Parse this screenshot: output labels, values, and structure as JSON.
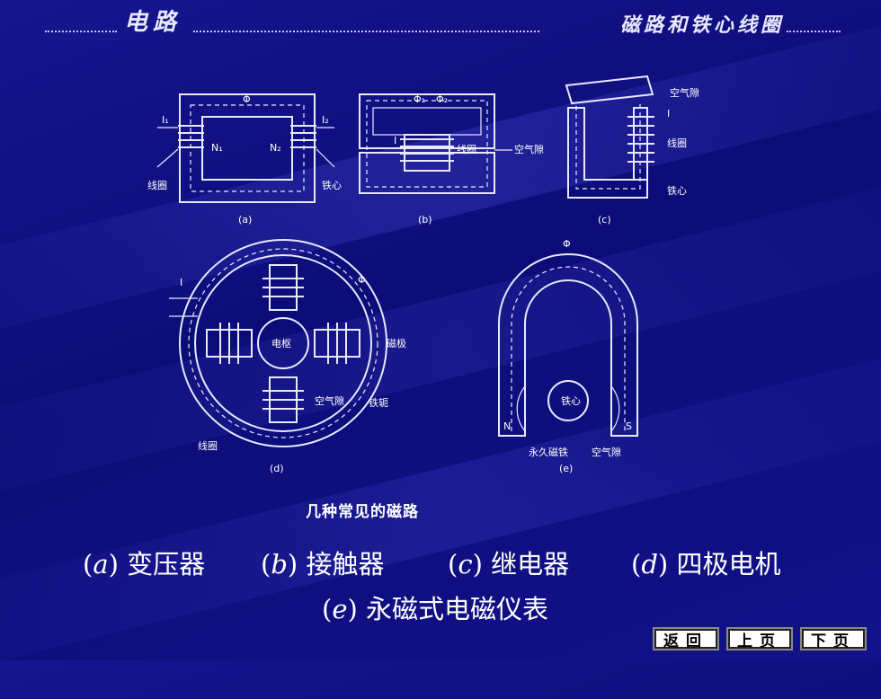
{
  "header": {
    "left_title": "电路",
    "right_title": "磁路和铁心线圈"
  },
  "figure": {
    "sub_a": {
      "label": "(a)",
      "texts": [
        "I₁",
        "I₂",
        "N₁",
        "N₂",
        "Φ",
        "线圈",
        "铁心"
      ]
    },
    "sub_b": {
      "label": "(b)",
      "texts": [
        "Φ₁",
        "Φ₂",
        "I",
        "线圈",
        "空气隙"
      ]
    },
    "sub_c": {
      "label": "(c)",
      "texts": [
        "空气隙",
        "I",
        "线圈",
        "铁心"
      ]
    },
    "sub_d": {
      "label": "(d)",
      "texts": [
        "I",
        "Φ",
        "电枢",
        "磁极",
        "空气隙",
        "铁轭",
        "线圈"
      ]
    },
    "sub_e": {
      "label": "(e)",
      "texts": [
        "Φ",
        "铁心",
        "N",
        "S",
        "永久磁铁",
        "空气隙"
      ]
    },
    "caption": "几种常见的磁路"
  },
  "descriptions": {
    "a": {
      "letter": "a",
      "text": "变压器"
    },
    "b": {
      "letter": "b",
      "text": "接触器"
    },
    "c": {
      "letter": "c",
      "text": "继电器"
    },
    "d": {
      "letter": "d",
      "text": "四极电机"
    },
    "e": {
      "letter": "e",
      "text": "永磁式电磁仪表"
    }
  },
  "nav": {
    "back": "返回",
    "prev": "上页",
    "next": "下页"
  }
}
